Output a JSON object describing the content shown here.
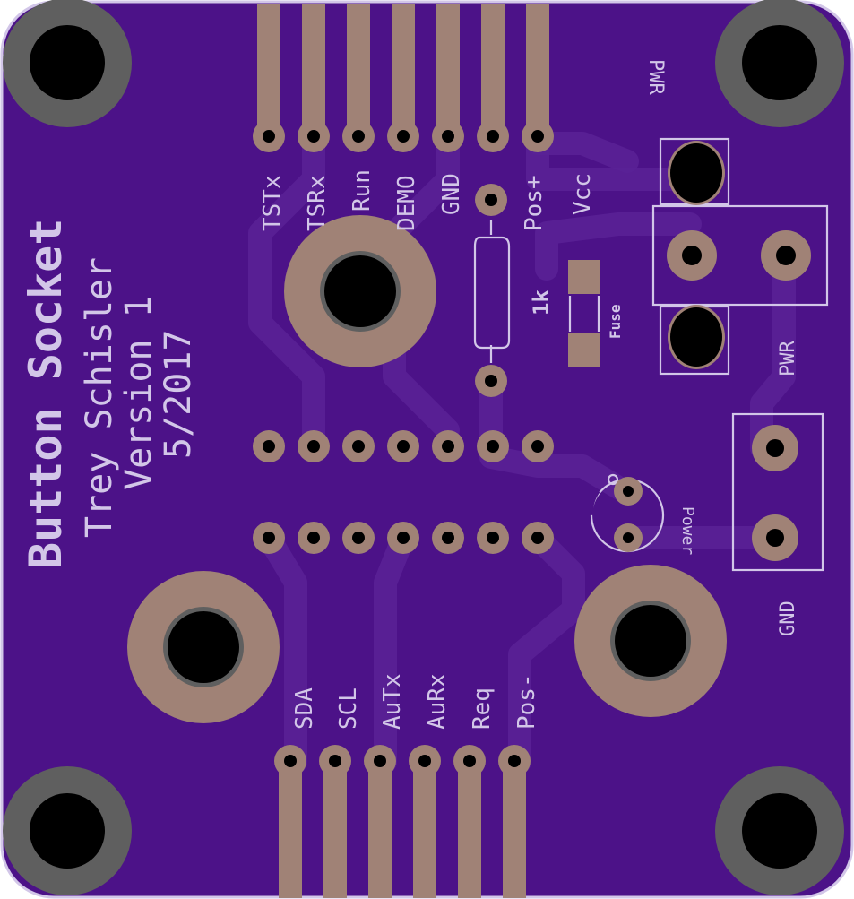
{
  "board": {
    "colors": {
      "board": "#4c1288",
      "trace": "#5a2196",
      "copper": "#a08276",
      "silkscreen": "#d2c6e8",
      "mount": "#5f5f5f"
    },
    "title": "Button Socket",
    "author": "Trey Schisler",
    "version": "Version 1",
    "date": "5/2017"
  },
  "top_header": {
    "pins": [
      "TSTx",
      "TSRx",
      "Run",
      "DEMO",
      "GND",
      "Pos+",
      "Vcc"
    ]
  },
  "bottom_header": {
    "pins": [
      "SDA",
      "SCL",
      "AuTx",
      "AuRx",
      "Req",
      "Pos-"
    ]
  },
  "components": {
    "resistor": "1k",
    "fuse": "Fuse",
    "led": "Power",
    "pwr_label_top": "PWR",
    "pwr_label_right": "PWR",
    "gnd_label": "GND"
  }
}
